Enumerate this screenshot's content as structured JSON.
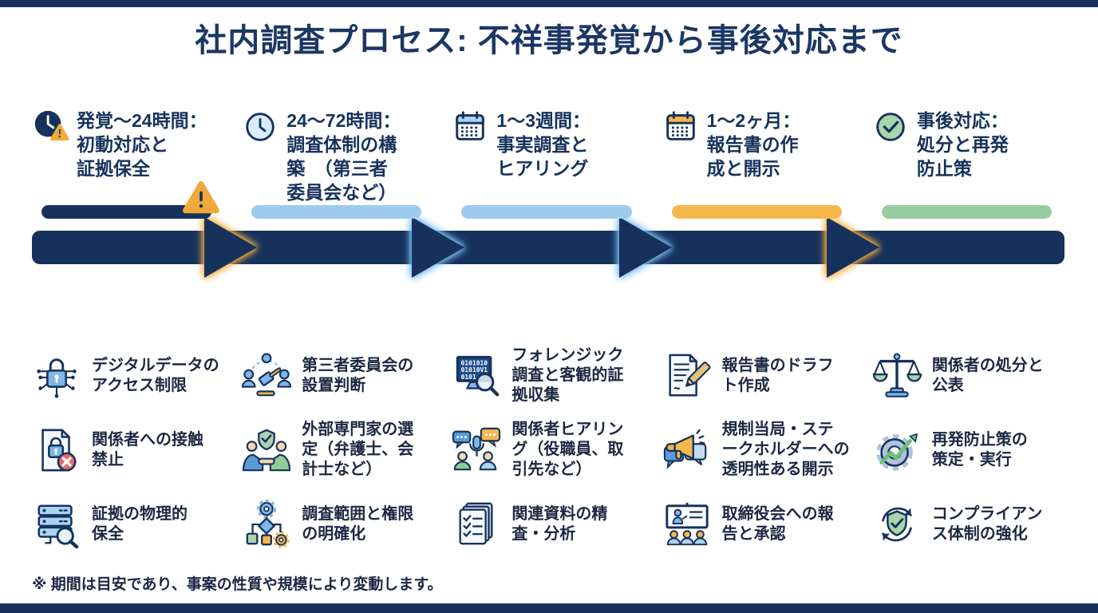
{
  "title": "社内調査プロセス: 不祥事発覚から事後対応まで",
  "footer_note": "※ 期間は目安であり、事案の性質や規模により変動します。",
  "colors": {
    "navy": "#16325C",
    "light_blue_bar": "#9CCBEE",
    "orange_bar": "#F6B84B",
    "green_bar": "#97CCA1",
    "glow_orange": "#F5B041",
    "glow_blue": "#7EC0F0",
    "warning_orange": "#F2A93B",
    "ban_red": "#E66A6A"
  },
  "timeline": {
    "arrow_glows": [
      "orange",
      "blue",
      "blue",
      "orange"
    ]
  },
  "phases": [
    {
      "id": "phase-1",
      "icon": "clock-warning-icon",
      "heading_lines": [
        "発覚〜24時間：",
        "初動対応と",
        "証拠保全"
      ],
      "bar_color": "#16325C",
      "bar_warning": true,
      "items": [
        {
          "icon": "cyber-lock-icon",
          "lines": [
            "デジタルデータの",
            "アクセス制限"
          ]
        },
        {
          "icon": "document-lock-ban-icon",
          "lines": [
            "関係者への接触",
            "禁止"
          ]
        },
        {
          "icon": "server-search-icon",
          "lines": [
            "証拠の物理的",
            "保全"
          ]
        }
      ]
    },
    {
      "id": "phase-2",
      "icon": "clock-outline-icon",
      "heading_lines": [
        "24〜72時間：",
        "調査体制の構",
        "築　（第三者",
        "委員会など）"
      ],
      "bar_color": "#9CCBEE",
      "bar_warning": false,
      "items": [
        {
          "icon": "committee-gavel-icon",
          "lines": [
            "第三者委員会の",
            "設置判断"
          ]
        },
        {
          "icon": "handshake-shield-icon",
          "lines": [
            "外部専門家の選",
            "定（弁護士、会",
            "計士など）"
          ]
        },
        {
          "icon": "flowchart-gear-icon",
          "lines": [
            "調査範囲と権限",
            "の明確化"
          ]
        }
      ]
    },
    {
      "id": "phase-3",
      "icon": "calendar-blue-icon",
      "heading_lines": [
        "1〜3週間：",
        "事実調査と",
        "ヒアリング"
      ],
      "bar_color": "#9CCBEE",
      "bar_warning": false,
      "items": [
        {
          "icon": "forensic-monitor-icon",
          "lines": [
            "フォレンジック",
            "調査と客観的証",
            "拠収集"
          ]
        },
        {
          "icon": "interview-mic-icon",
          "lines": [
            "関係者ヒアリン",
            "グ（役職員、取",
            "引先など）"
          ]
        },
        {
          "icon": "checklist-docs-icon",
          "lines": [
            "関連資料の精",
            "査・分析"
          ]
        }
      ]
    },
    {
      "id": "phase-4",
      "icon": "calendar-orange-icon",
      "heading_lines": [
        "1〜2ヶ月：",
        "報告書の作",
        "成と開示"
      ],
      "bar_color": "#F6B84B",
      "bar_warning": false,
      "items": [
        {
          "icon": "report-draft-icon",
          "lines": [
            "報告書のドラフ",
            "ト作成"
          ]
        },
        {
          "icon": "megaphone-icon",
          "lines": [
            "規制当局・ステ",
            "ークホルダーへの",
            "透明性ある開示"
          ]
        },
        {
          "icon": "board-presentation-icon",
          "lines": [
            "取締役会への報",
            "告と承認"
          ]
        }
      ]
    },
    {
      "id": "phase-5",
      "icon": "check-circle-icon",
      "heading_lines": [
        "事後対応：",
        "処分と再発",
        "防止策"
      ],
      "bar_color": "#97CCA1",
      "bar_warning": false,
      "items": [
        {
          "icon": "justice-scales-icon",
          "lines": [
            "関係者の処分と",
            "公表"
          ]
        },
        {
          "icon": "gear-growth-icon",
          "lines": [
            "再発防止策の",
            "策定・実行"
          ]
        },
        {
          "icon": "shield-refresh-icon",
          "lines": [
            "コンプライアン",
            "ス体制の強化"
          ]
        }
      ]
    }
  ]
}
